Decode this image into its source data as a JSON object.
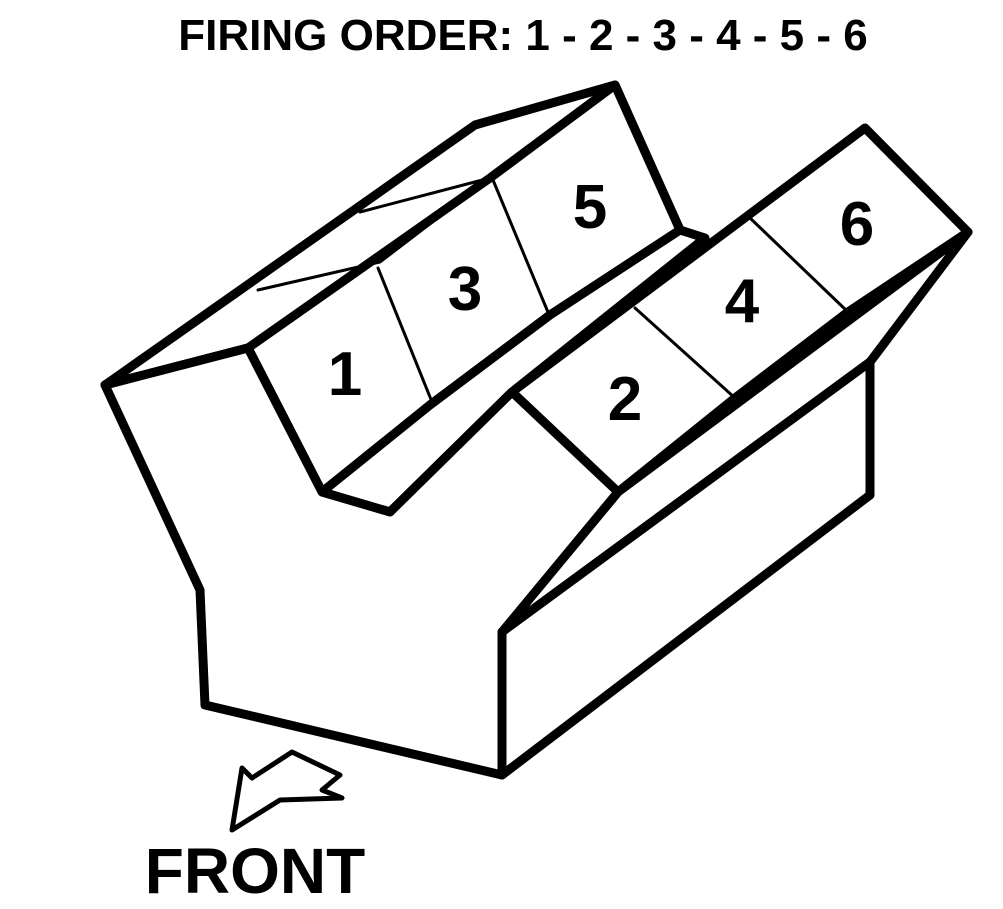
{
  "title": "FIRING ORDER: 1 - 2 - 3 - 4 - 5 - 6",
  "front_label": "FRONT",
  "cylinders": {
    "c1": "1",
    "c2": "2",
    "c3": "3",
    "c4": "4",
    "c5": "5",
    "c6": "6"
  },
  "icons": {
    "front_arrow": "front-arrow-icon"
  },
  "colors": {
    "line": "#000000",
    "background": "#ffffff"
  }
}
